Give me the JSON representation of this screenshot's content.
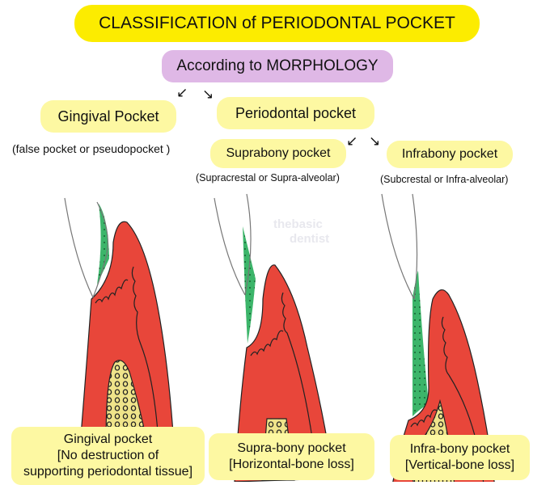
{
  "title": "CLASSIFICATION of PERIODONTAL POCKET",
  "criterion": "According to MORPHOLOGY",
  "arrows": {
    "left": "↙",
    "right": "↘"
  },
  "gingival": {
    "label": "Gingival Pocket",
    "note": "(false pocket or pseudopocket )"
  },
  "periodontal": {
    "label": "Periodontal pocket",
    "suprabony": {
      "label": "Suprabony pocket",
      "note": "(Supracrestal or Supra-alveolar)"
    },
    "infrabony": {
      "label": "Infrabony pocket",
      "note": "(Subcrestal or Infra-alveolar)"
    }
  },
  "watermark": [
    "thebasic",
    "dentist"
  ],
  "captions": [
    {
      "line1": "Gingival pocket",
      "line2": "[No destruction of",
      "line3": "supporting periodontal tissue]"
    },
    {
      "line1": "Supra-bony pocket",
      "line2": "[Horizontal-bone loss]"
    },
    {
      "line1": "Infra-bony pocket",
      "line2": "[Vertical-bone loss]"
    }
  ],
  "colors": {
    "title": "#fcec00",
    "criterion": "#dfb8e6",
    "box": "#fdf8a2",
    "gingiva": "#e8463a",
    "bone": "#efe48a",
    "pocket": "#3cb56a"
  }
}
